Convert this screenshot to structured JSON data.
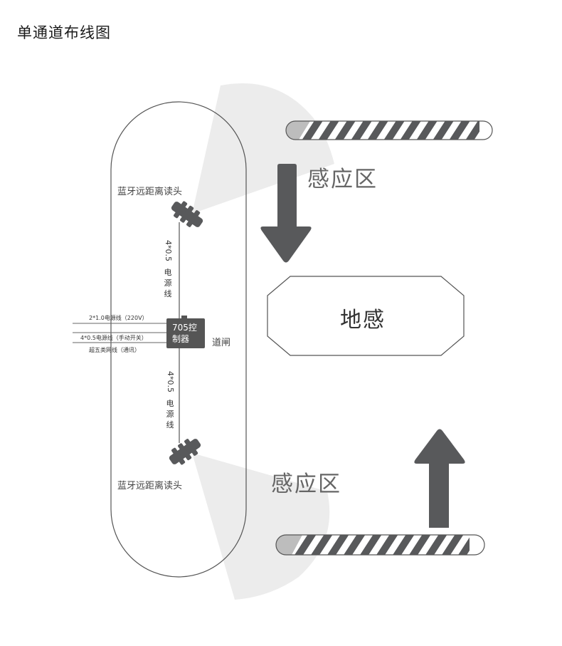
{
  "title": "单通道布线图",
  "labels": {
    "sensing_zone_top": "感应区",
    "sensing_zone_bottom": "感应区",
    "ground_sensor": "地感",
    "reader_top": "蓝牙远距离读头",
    "reader_bottom": "蓝牙远距离读头",
    "controller_line1": "705控",
    "controller_line2": "制器",
    "gate": "道闸"
  },
  "wires": {
    "upper_power": [
      "4*0.5",
      "电",
      "源",
      "线"
    ],
    "lower_power": [
      "4*0.5",
      "电",
      "源",
      "线"
    ],
    "input_1": "2*1.0电源线（220V）",
    "input_2": "4*0.5电源线（手动开关）",
    "input_3": "超五类网线（通讯）"
  },
  "colors": {
    "arrow": "#58595b",
    "outline": "#555555",
    "stripe_dark": "#58595b",
    "stripe_light": "#dcdcdc",
    "sensor_field": "#e8e8e8"
  }
}
